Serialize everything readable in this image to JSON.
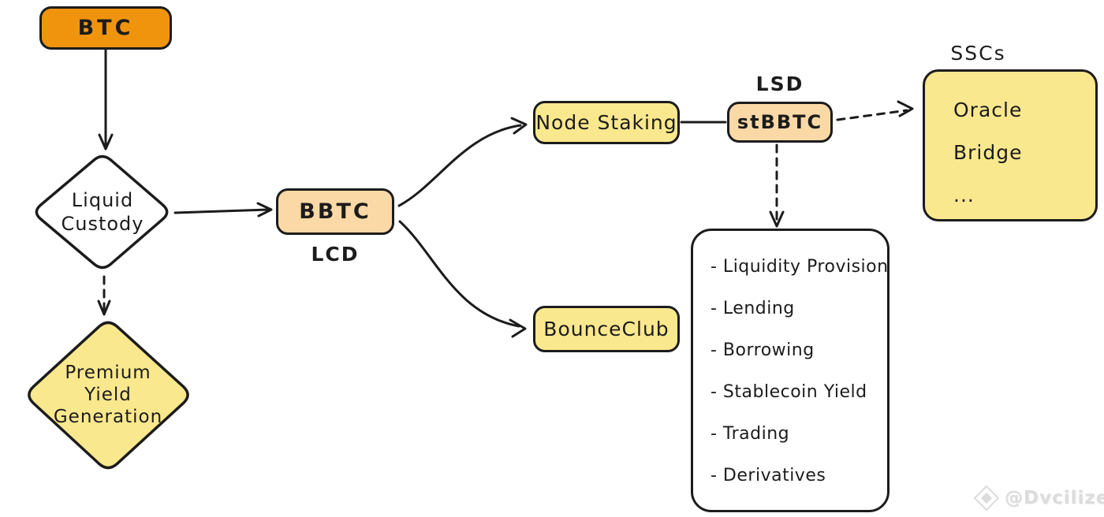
{
  "nodes": {
    "btc": {
      "label": "BTC"
    },
    "liquid_custody": {
      "lines": [
        "Liquid",
        "Custody"
      ]
    },
    "premium_yield": {
      "lines": [
        "Premium",
        "Yield",
        "Generation"
      ]
    },
    "bbtc": {
      "label": "BBTC",
      "caption": "LCD"
    },
    "node_staking": {
      "label": "Node Staking"
    },
    "stbbtc": {
      "label": "stBBTC",
      "caption": "LSD"
    },
    "sscs": {
      "caption": "SSCs",
      "items": [
        "Oracle",
        "Bridge",
        "..."
      ]
    },
    "bounceclub": {
      "label": "BounceClub"
    },
    "defi": {
      "items": [
        "- Liquidity Provision",
        "- Lending",
        "- Borrowing",
        "- Stablecoin Yield",
        "- Trading",
        "- Derivatives"
      ]
    }
  },
  "colors": {
    "orange": "#F0940E",
    "peach": "#FBD9A6",
    "yellow": "#FAE88E",
    "stroke": "#1C1C1C",
    "canvas": "#FFFFFF",
    "watermark": "#DCDCDC"
  },
  "watermark": {
    "text": "@Dvcilizer",
    "logo": "bnb-diamond-icon"
  }
}
